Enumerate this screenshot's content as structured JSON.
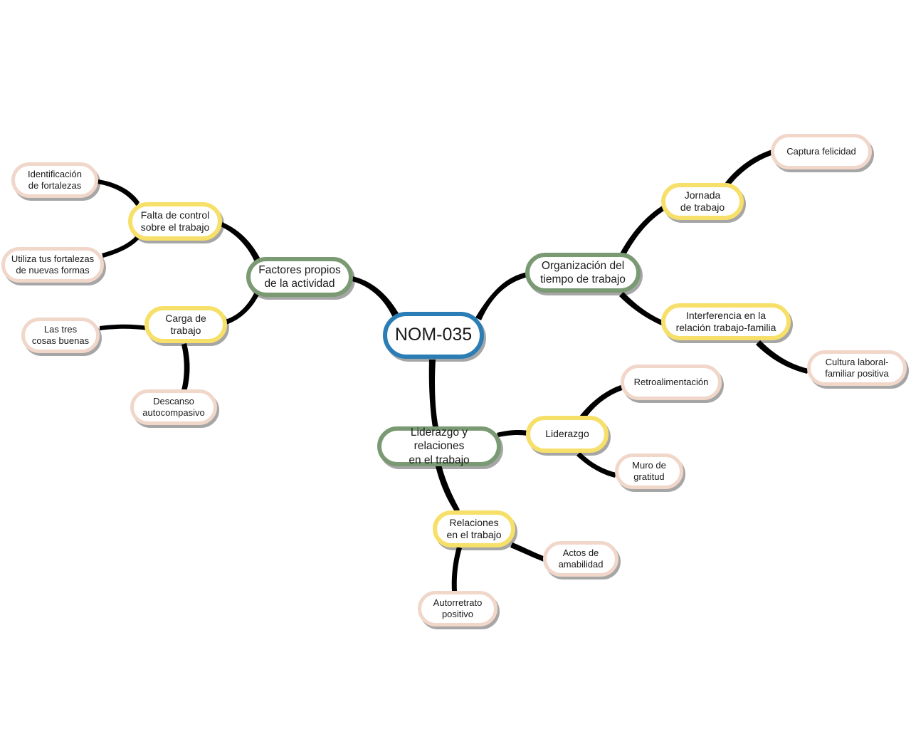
{
  "mindmap": {
    "root": {
      "label": "NOM-035"
    },
    "branches": [
      {
        "label": "Factores propios\nde la actividad",
        "children": [
          {
            "label": "Falta de control\nsobre el trabajo",
            "children": [
              {
                "label": "Identificación\nde fortalezas"
              },
              {
                "label": "Utiliza tus fortalezas\nde nuevas formas"
              }
            ]
          },
          {
            "label": "Carga de\ntrabajo",
            "children": [
              {
                "label": "Las tres\ncosas buenas"
              },
              {
                "label": "Descanso\nautocompasivo"
              }
            ]
          }
        ]
      },
      {
        "label": "Organización del\ntiempo de trabajo",
        "children": [
          {
            "label": "Jornada\nde trabajo",
            "children": [
              {
                "label": "Captura felicidad"
              }
            ]
          },
          {
            "label": "Interferencia en la\nrelación trabajo-familia",
            "children": [
              {
                "label": "Cultura laboral-\nfamiliar positiva"
              }
            ]
          }
        ]
      },
      {
        "label": "Liderazgo y relaciones\nen el trabajo",
        "children": [
          {
            "label": "Liderazgo",
            "children": [
              {
                "label": "Retroalimentación"
              },
              {
                "label": "Muro de\ngratitud"
              }
            ]
          },
          {
            "label": "Relaciones\nen el trabajo",
            "children": [
              {
                "label": "Actos de\namabilidad"
              },
              {
                "label": "Autorretrato\npositivo"
              }
            ]
          }
        ]
      }
    ]
  },
  "colors": {
    "root_border": "#2b7db6",
    "branch_border": "#7a9a73",
    "subtopic_border": "#f7e06a",
    "leaf_border": "#f1d7ca",
    "connector": "#000000"
  }
}
